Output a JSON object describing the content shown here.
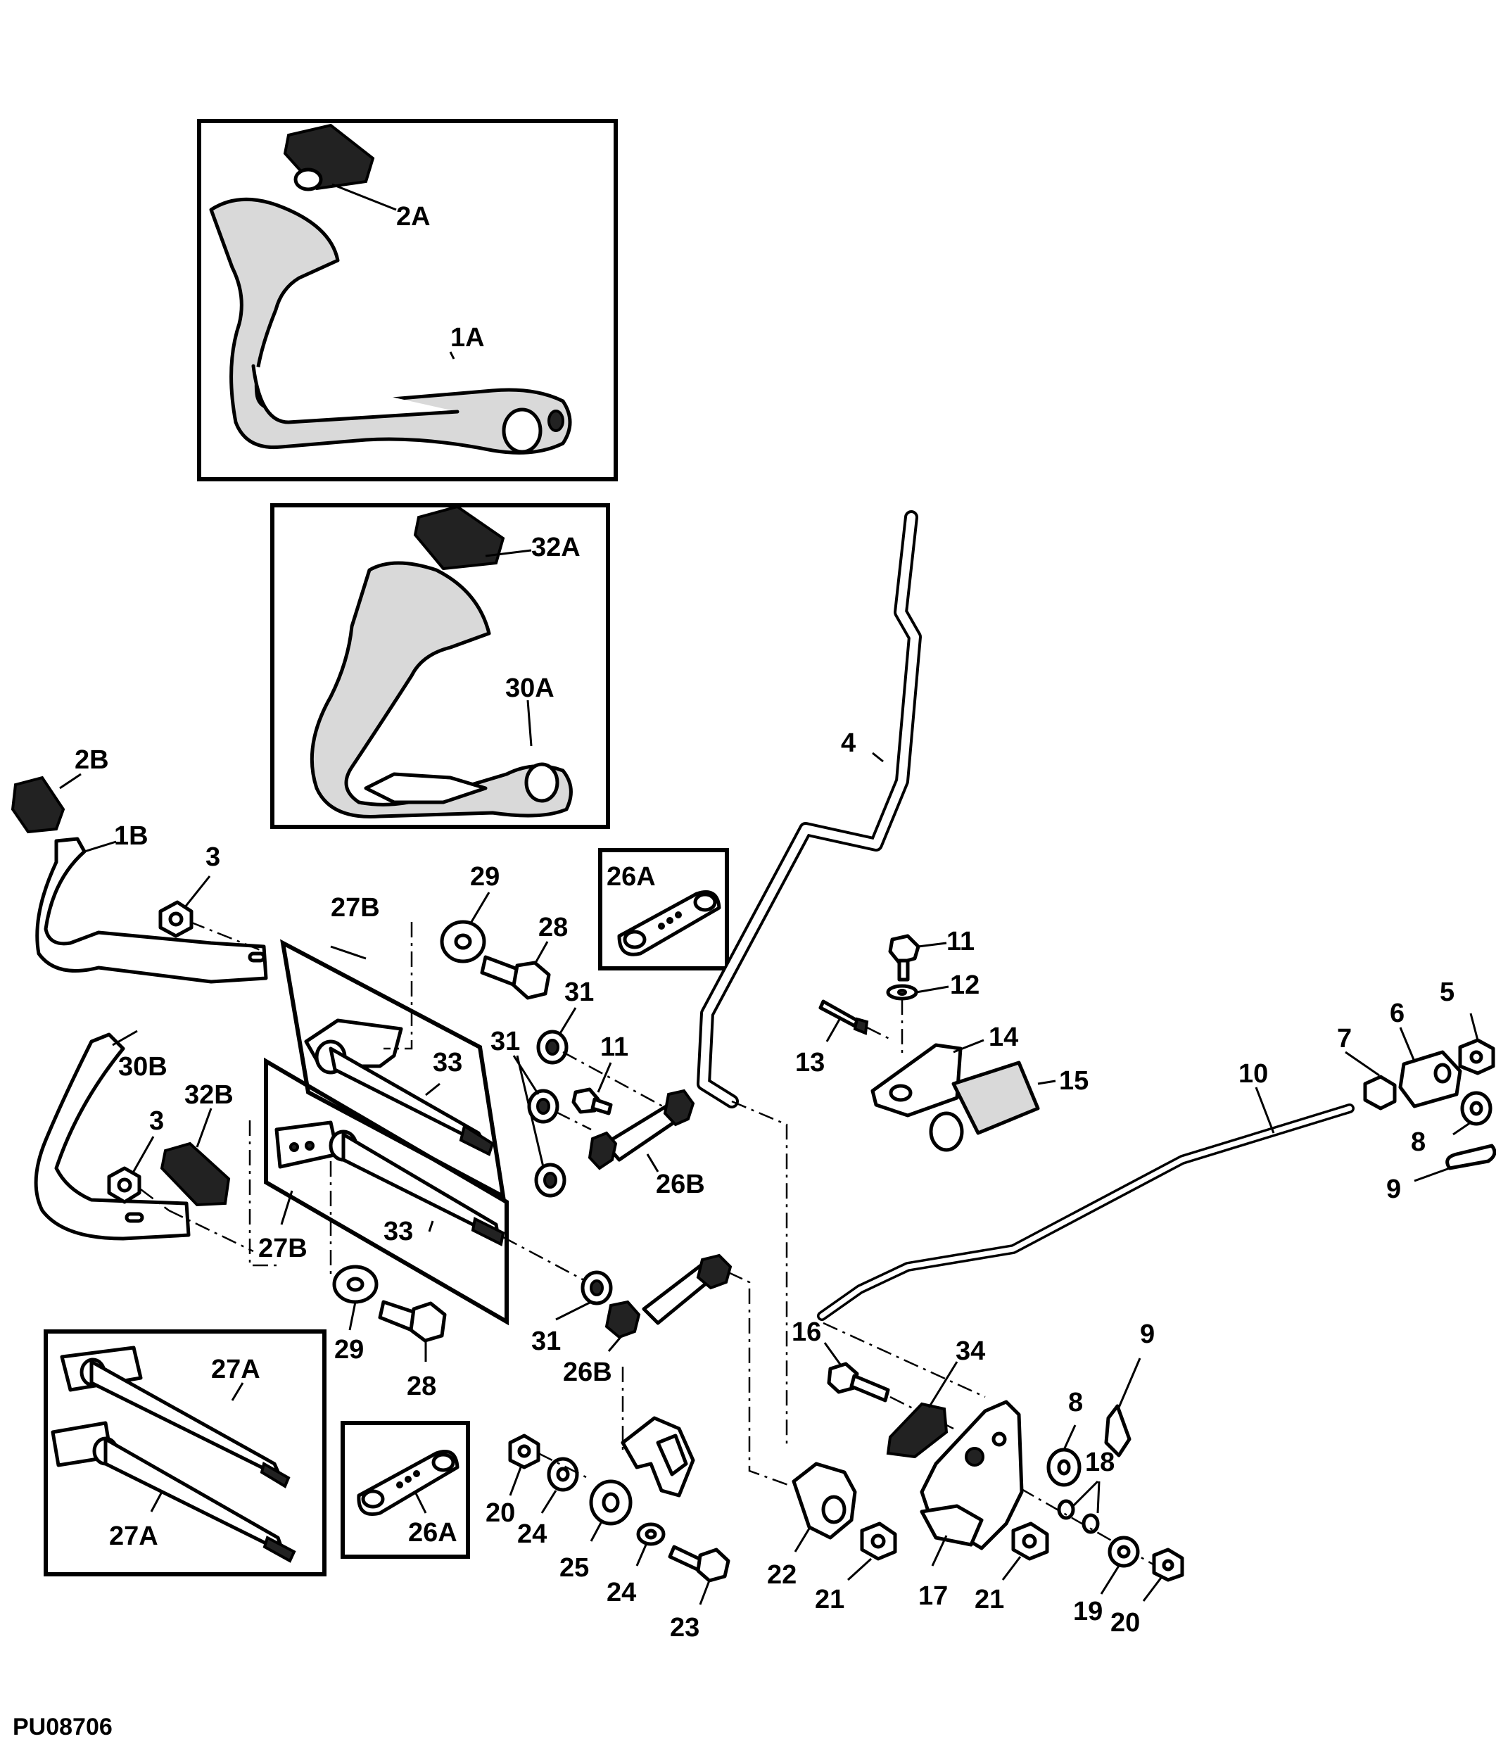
{
  "figure_id": "PU08706",
  "callouts": {
    "c1A": "1A",
    "c2A": "2A",
    "c32A": "32A",
    "c30A": "30A",
    "c2B": "2B",
    "c1B": "1B",
    "c3a": "3",
    "c3b": "3",
    "c30B": "30B",
    "c32B": "32B",
    "c27Ba": "27B",
    "c27Bb": "27B",
    "c27Aa": "27A",
    "c27Ab": "27A",
    "c29a": "29",
    "c29b": "29",
    "c28a": "28",
    "c28b": "28",
    "c26Aa": "26A",
    "c26Ab": "26A",
    "c26Ba": "26B",
    "c26Bb": "26B",
    "c31a": "31",
    "c31b": "31",
    "c31c": "31",
    "c33a": "33",
    "c33b": "33",
    "c11a": "11",
    "c11b": "11",
    "c12": "12",
    "c13": "13",
    "c14": "14",
    "c15": "15",
    "c4": "4",
    "c10": "10",
    "c5": "5",
    "c6": "6",
    "c7": "7",
    "c8a": "8",
    "c8b": "8",
    "c9a": "9",
    "c9b": "9",
    "c16": "16",
    "c34": "34",
    "c17": "17",
    "c18": "18",
    "c19": "19",
    "c20a": "20",
    "c20b": "20",
    "c21a": "21",
    "c21b": "21",
    "c22": "22",
    "c23": "23",
    "c24a": "24",
    "c24b": "24",
    "c25": "25"
  }
}
